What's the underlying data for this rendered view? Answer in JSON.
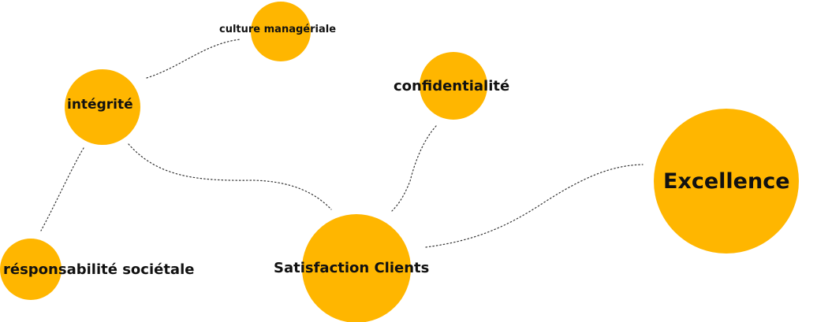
{
  "nodes": {
    "culture_manageriale": "culture managériale",
    "integrite": "intégrité",
    "confidentialite": "confidentialité",
    "excellence": "Excellence",
    "satisfaction_clients": "Satisfaction Clients",
    "responsabilite_societale": "résponsabilité sociétale"
  },
  "colors": {
    "node_fill": "#FFB600",
    "connector": "#333333",
    "text": "#111111"
  }
}
